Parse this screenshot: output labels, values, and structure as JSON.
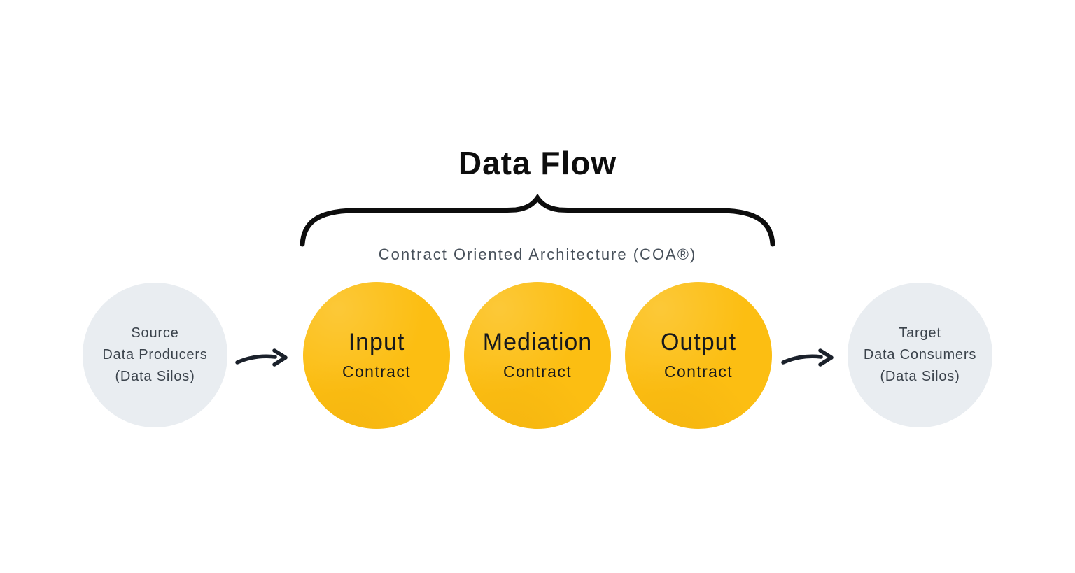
{
  "diagram": {
    "title": "Data Flow",
    "architecture_label": "Contract Oriented Architecture (COA®)",
    "flow": {
      "source": {
        "line1": "Source",
        "line2": "Data Producers",
        "line3": "(Data Silos)"
      },
      "contracts": [
        {
          "name": "Input",
          "type": "Contract"
        },
        {
          "name": "Mediation",
          "type": "Contract"
        },
        {
          "name": "Output",
          "type": "Contract"
        }
      ],
      "target": {
        "line1": "Target",
        "line2": "Data Consumers",
        "line3": "(Data Silos)"
      }
    },
    "colors": {
      "contract_circle": "#FCBE12",
      "silo_circle": "#E9EDF1",
      "arrow": "#1B212B",
      "brace": "#0D0D0D",
      "title_text": "#0D0D0D",
      "architecture_text": "#47505A",
      "silo_text": "#3B434C",
      "contract_text": "#17191D"
    }
  }
}
